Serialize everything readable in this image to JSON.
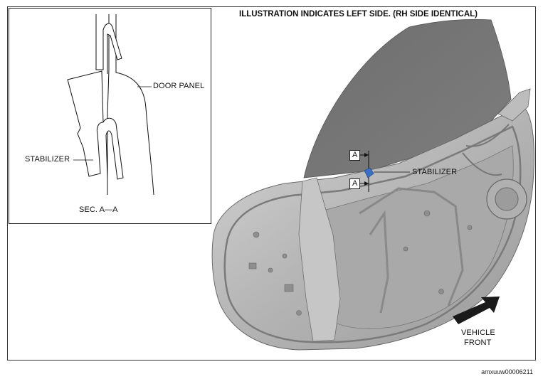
{
  "title": "ILLUSTRATION INDICATES LEFT SIDE. (RH SIDE IDENTICAL)",
  "inset": {
    "door_panel_label": "DOOR PANEL",
    "stabilizer_label": "STABILIZER",
    "section_label": "SEC. A—A"
  },
  "main": {
    "section_marker_top": "A",
    "section_marker_bottom": "A",
    "stabilizer_label": "STABILIZER",
    "vehicle_front_line1": "VEHICLE",
    "vehicle_front_line2": "FRONT"
  },
  "colors": {
    "glass": "#747474",
    "door_body": "#b9b9b9",
    "door_edge": "#8c8c8c",
    "stabilizer": "#3b6fc4"
  },
  "figure_code": "amxuuw00006211"
}
